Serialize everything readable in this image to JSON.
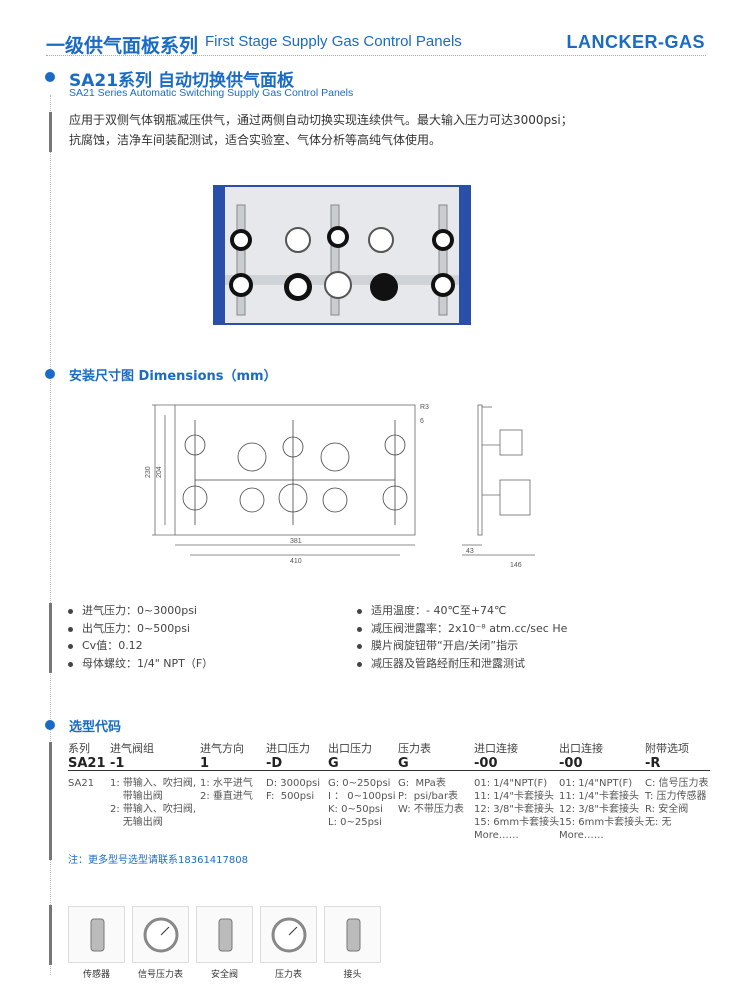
{
  "header": {
    "title_cn": "一级供气面板系列",
    "title_en": "First Stage Supply Gas Control Panels",
    "brand": "LANCKER-GAS"
  },
  "product": {
    "title": "SA21系列  自动切换供气面板",
    "subtitle": "SA21 Series Automatic Switching Supply Gas Control Panels",
    "description": [
      "应用于双侧气体钢瓶减压供气，通过两侧自动切换实现连续供气。最大输入压力可达3000psi；",
      "抗腐蚀，洁净车间装配测试，适合实验室、气体分析等高纯气体使用。"
    ]
  },
  "dimensions": {
    "title": "安装尺寸图   Dimensions（mm）",
    "labels": {
      "r": "R3",
      "hole": "6",
      "h_outer": "230",
      "h_inner": "204",
      "w_inner": "381",
      "w_outer": "410",
      "depth1": "43",
      "depth2": "146"
    }
  },
  "specs": {
    "left": [
      "进气压力：0~3000psi",
      "出气压力：0~500psi",
      "Cv值：0.12",
      "母体螺纹：1/4\" NPT（F）"
    ],
    "right": [
      "适用温度：- 40℃至+74℃",
      "减压阀泄露率：2x10⁻⁸ atm.cc/sec He",
      "膜片阀旋钮带“开启/关闭”指示",
      "减压器及管路经耐压和泄露测试"
    ]
  },
  "selection": {
    "title": "选型代码",
    "columns": [
      {
        "head": "系列",
        "code": "SA21",
        "items": [
          "SA21"
        ]
      },
      {
        "head": "进气阀组",
        "code": "-1",
        "items": [
          "1: 带输入、吹扫阀,",
          "    带输出阀",
          "2: 带输入、吹扫阀,",
          "    无输出阀"
        ]
      },
      {
        "head": "进气方向",
        "code": "1",
        "items": [
          "1: 水平进气",
          "2: 垂直进气"
        ]
      },
      {
        "head": "进口压力",
        "code": "-D",
        "items": [
          "D: 3000psi",
          "F:  500psi"
        ]
      },
      {
        "head": "出口压力",
        "code": "G",
        "items": [
          "G: 0~250psi",
          "I ： 0~100psi",
          "K: 0~50psi",
          "L: 0~25psi"
        ]
      },
      {
        "head": "压力表",
        "code": "G",
        "items": [
          "G:  MPa表",
          "P:  psi/bar表",
          "W: 不带压力表"
        ]
      },
      {
        "head": "进口连接",
        "code": "-00",
        "items": [
          "01: 1/4\"NPT(F)",
          "11: 1/4\"卡套接头",
          "12: 3/8\"卡套接头",
          "15: 6mm卡套接头",
          "More……"
        ]
      },
      {
        "head": "出口连接",
        "code": "-00",
        "items": [
          "01: 1/4\"NPT(F)",
          "11: 1/4\"卡套接头",
          "12: 3/8\"卡套接头",
          "15: 6mm卡套接头",
          "More……"
        ]
      },
      {
        "head": "附带选项",
        "code": "-R",
        "items": [
          "C: 信号压力表",
          "T: 压力传感器",
          "R: 安全阀",
          "无: 无"
        ]
      }
    ],
    "note": "注：更多型号选型请联系18361417808"
  },
  "accessories": [
    "传感器",
    "信号压力表",
    "安全阀",
    "压力表",
    "接头"
  ],
  "colors": {
    "accent": "#1a6bc4"
  }
}
